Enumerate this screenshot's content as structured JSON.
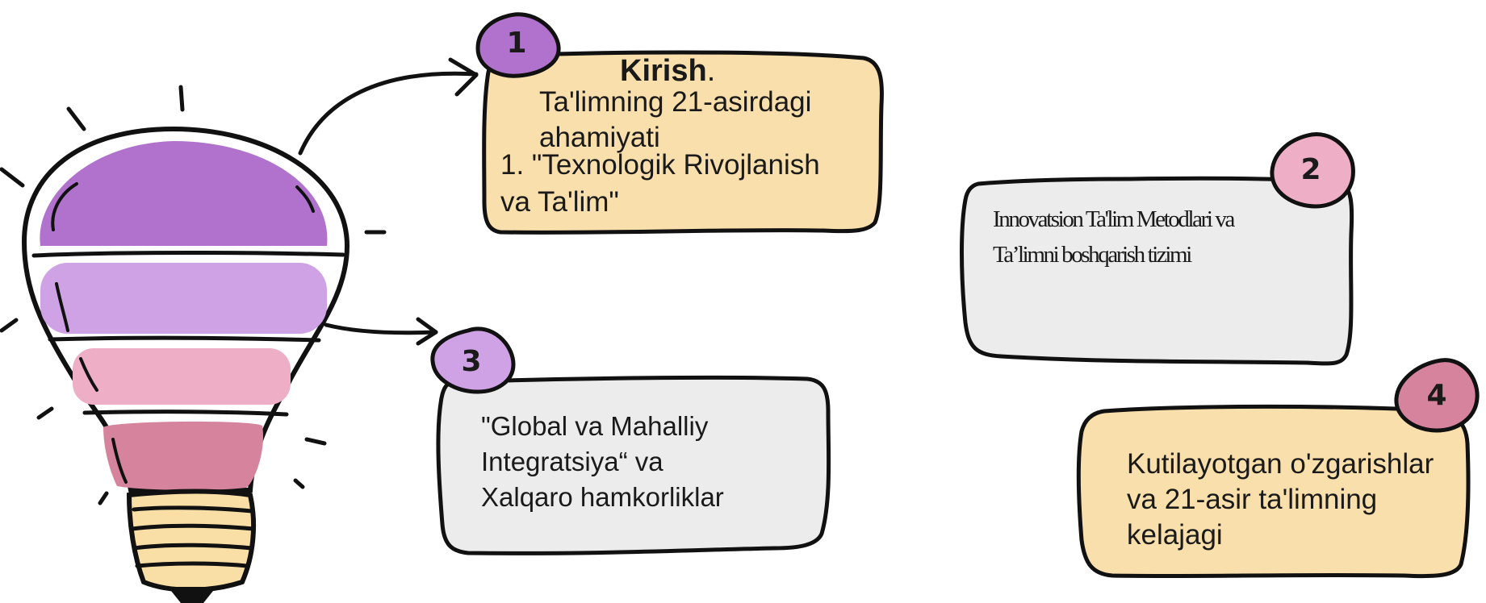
{
  "colors": {
    "outline": "#111111",
    "stripe_1": "#b072cc",
    "stripe_2": "#cfa2e6",
    "stripe_3": "#eeafc6",
    "stripe_4": "#d6849e",
    "base": "#f9dea6",
    "card_yellow": "#f9dfab",
    "card_gray": "#ececec",
    "badge_1": "#b072cc",
    "badge_2": "#eeafc6",
    "badge_3": "#cfa2e6",
    "badge_4": "#d6849e"
  },
  "cards": [
    {
      "number": "1",
      "heading": "Kirish",
      "heading_dot": ".",
      "lines": [
        "Ta'limning 21-asirdagi",
        "ahamiyati",
        "1. \"Texnologik Rivojlanish",
        "va Ta'lim\""
      ]
    },
    {
      "number": "2",
      "lines": [
        "Innovatsion Ta'lim Metodlari va",
        "Ta’limni boshqarish tizimi"
      ]
    },
    {
      "number": "3",
      "lines": [
        "\"Global va Mahalliy",
        "Integratsiya“ va",
        "Xalqaro hamkorliklar"
      ]
    },
    {
      "number": "4",
      "lines": [
        "Kutilayotgan o'zgarishlar",
        "va 21-asir ta'limning",
        "kelajagi"
      ]
    }
  ]
}
